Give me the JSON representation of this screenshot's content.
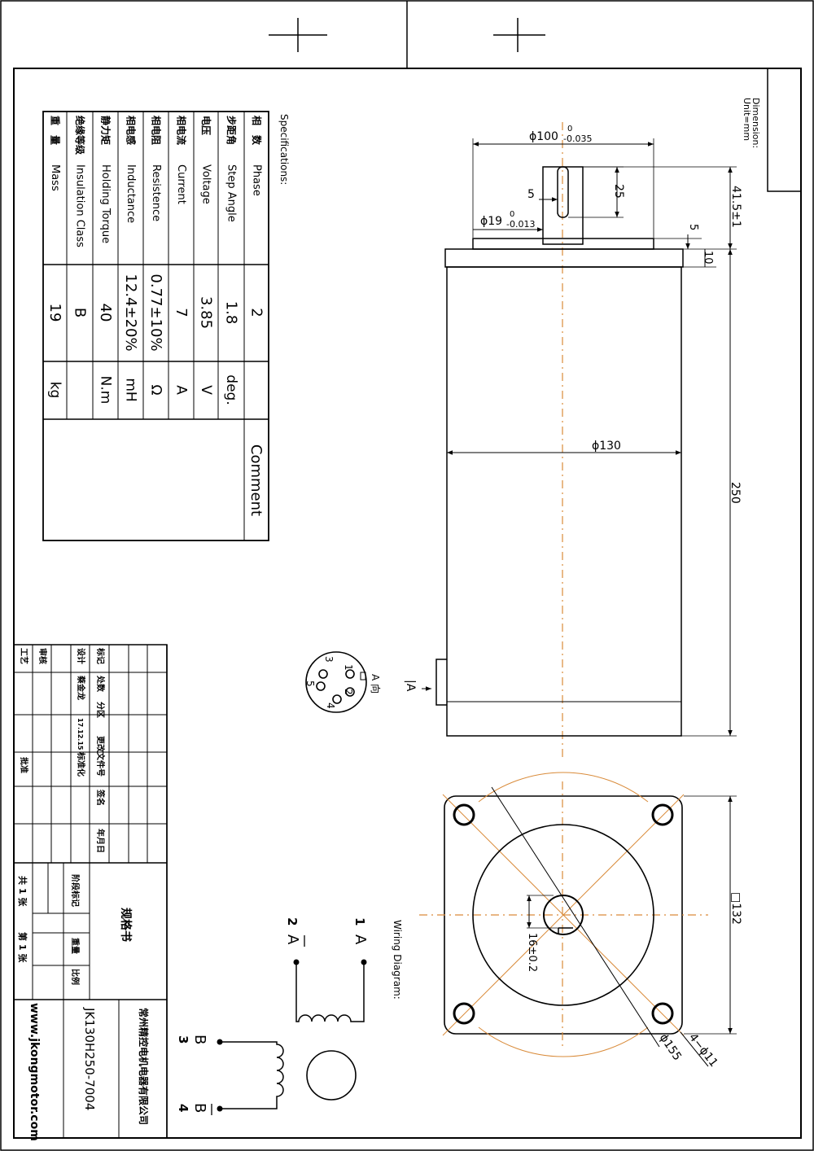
{
  "header": {
    "dimension_label": "Dimension:",
    "unit_label": "Unit=mm"
  },
  "specs": {
    "heading": "Specifications:",
    "comment_header": "Comment",
    "rows": [
      {
        "cn": "相　数",
        "en": "Phase",
        "value": "2",
        "unit": ""
      },
      {
        "cn": "步距角",
        "en": "Step Angle",
        "value": "1.8",
        "unit": "deg."
      },
      {
        "cn": "电压",
        "en": "Voltage",
        "value": "3.85",
        "unit": "V"
      },
      {
        "cn": "相电流",
        "en": "Current",
        "value": "7",
        "unit": "A"
      },
      {
        "cn": "相电阻",
        "en": "Resistence",
        "value": "0.77±10%",
        "unit": "Ω"
      },
      {
        "cn": "相电感",
        "en": "Inductance",
        "value": "12.4±20%",
        "unit": "mH"
      },
      {
        "cn": "静力矩",
        "en": "Holding Torque",
        "value": "40",
        "unit": "N.m"
      },
      {
        "cn": "绝缘等级",
        "en": "Insulation Class",
        "value": "B",
        "unit": ""
      },
      {
        "cn": "重　量",
        "en": "Mass",
        "value": "19",
        "unit": "kg"
      }
    ]
  },
  "side_view": {
    "dim_flange_pilot": "ϕ100",
    "dim_flange_pilot_tol_upper": "0",
    "dim_flange_pilot_tol_lower": "-0.035",
    "dim_shaft": "ϕ19",
    "dim_shaft_tol_upper": "0",
    "dim_shaft_tol_lower": "-0.013",
    "dim_key_width": "5",
    "dim_key_length": "25",
    "dim_shaft_length": "41.5±1",
    "dim_pilot_height": "5",
    "dim_flange_thickness": "10",
    "dim_body_diameter": "ϕ130",
    "dim_body_length": "250",
    "connector_label": "A"
  },
  "connector": {
    "label": "A 向",
    "pins": [
      "1",
      "2",
      "3",
      "4",
      "5"
    ]
  },
  "front_view": {
    "dim_square": "□132",
    "dim_flat": "16±0.2",
    "dim_bolt_circle": "ϕ155",
    "dim_holes": "4−ϕ11"
  },
  "wiring": {
    "heading": "Wiring Diagram:",
    "t1_num": "1",
    "t1_name": "A",
    "t2_num": "2",
    "t2_name": "A",
    "t3_num": "3",
    "t3_name": "B",
    "t4_num": "4",
    "t4_name": "B"
  },
  "title_block": {
    "company": "常州精控电机电器有限公司",
    "model": "JK130H250-7004",
    "website": "www.jkongmotor.com",
    "doc_title": "规格书",
    "label_stage": "阶段标记",
    "label_weight": "重量",
    "label_scale": "比例",
    "label_mark": "标记",
    "label_count": "处数",
    "label_zone": "分区",
    "label_change_doc": "更改文件号",
    "label_signature": "签名",
    "label_date": "年月日",
    "label_design": "设计",
    "designer": "蔡金龙",
    "design_date": "17.12.15",
    "label_standard": "标准化",
    "label_review": "审核",
    "label_process": "工艺",
    "label_approve": "批准",
    "sheet_total": "共 1 张",
    "sheet_num": "第 1 张"
  }
}
